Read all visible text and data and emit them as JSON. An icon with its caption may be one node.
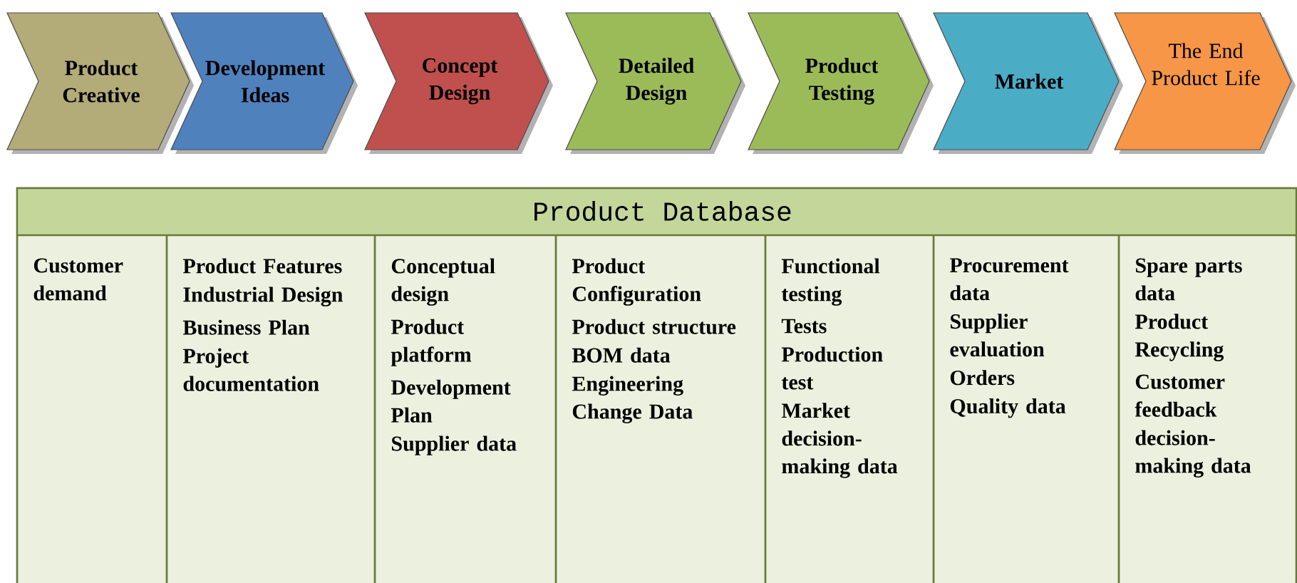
{
  "diagram": {
    "nodes": [
      {
        "text": [
          "Product Creative"
        ]
      },
      {
        "text": [
          "Development Ideas"
        ]
      },
      {
        "text": [
          "Concept Design"
        ]
      },
      {
        "text": [
          "Detailed Design"
        ]
      },
      {
        "text": [
          "Product Testing"
        ]
      },
      {
        "text": [
          "Market"
        ]
      },
      {
        "text": [
          "The End Product Life"
        ]
      },
      {
        "text": [
          "Product Database"
        ]
      },
      {
        "text": [
          "Customer demand"
        ],
        "in": 7
      },
      {
        "text": [
          "Product Features",
          "Industrial Design",
          "Business Plan",
          "Project documentation"
        ],
        "in": 7
      },
      {
        "text": [
          "Conceptual design",
          "Product platform",
          "Development Plan",
          "Supplier data"
        ],
        "in": 7
      },
      {
        "text": [
          "Product Configuration",
          "Product structure",
          "BOM data",
          "Engineering Change Data"
        ],
        "in": 7
      },
      {
        "text": [
          "Functional testing",
          "Tests",
          "Production test",
          "Market decision-making data"
        ],
        "in": 7
      },
      {
        "text": [
          "Procurement data",
          "Supplier evaluation",
          "Orders",
          "Quality data"
        ],
        "in": 7
      },
      {
        "text": [
          "Spare parts data",
          "Product Recycling",
          "Customer feedback",
          "decision-making data"
        ],
        "in": 7
      }
    ]
  }
}
